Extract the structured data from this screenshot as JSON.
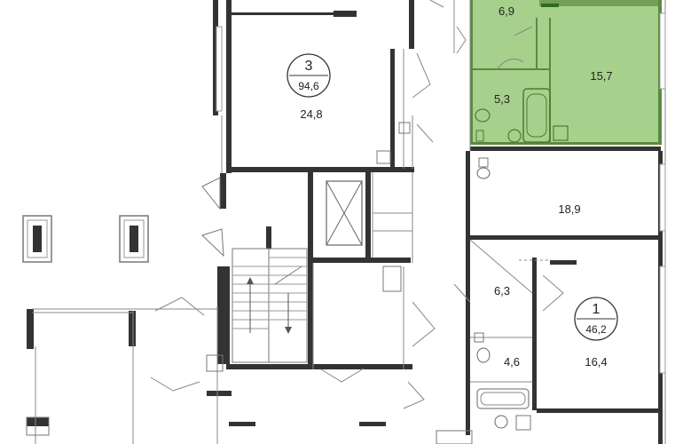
{
  "colors": {
    "highlight": "#a8d08d",
    "wall": "#333333",
    "line": "#888888"
  },
  "units": [
    {
      "number": "3",
      "area": "94,6"
    },
    {
      "number": "1",
      "area": "46,2"
    }
  ],
  "rooms": [
    "6,9",
    "15,7",
    "5,3",
    "24,8",
    "18,9",
    "6,3",
    "4,6",
    "16,4"
  ]
}
